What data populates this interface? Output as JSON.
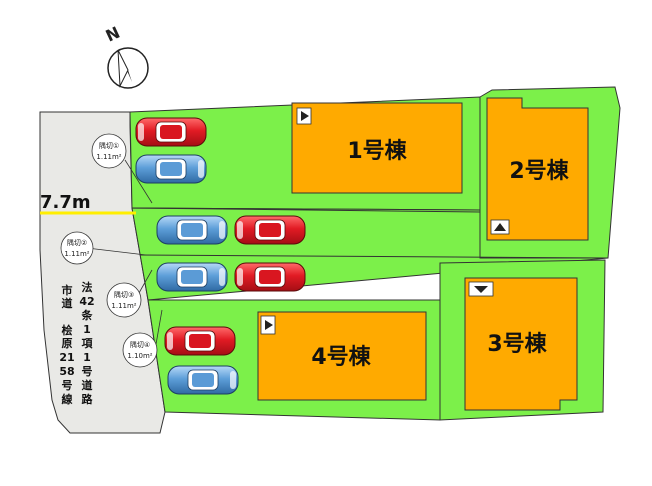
{
  "compass": {
    "label": "N",
    "icon": "north-arrow-icon"
  },
  "road": {
    "width_label": "7.7m",
    "name_col1": [
      "市",
      "道",
      "",
      "桧",
      "原",
      "21",
      "58",
      "号",
      "線"
    ],
    "name_col2": [
      "法",
      "42",
      "条",
      "1",
      "項",
      "1",
      "号",
      "道",
      "路"
    ]
  },
  "curb_cuts": [
    {
      "label": "隅切①",
      "area": "1.11m²"
    },
    {
      "label": "隅切②",
      "area": "1.11m²"
    },
    {
      "label": "隅切③",
      "area": "1.11m²"
    },
    {
      "label": "隅切④",
      "area": "1.10m²"
    }
  ],
  "buildings": [
    {
      "label": "1号棟",
      "entrance_icon": "triangle-right-icon"
    },
    {
      "label": "2号棟",
      "entrance_icon": "triangle-up-icon"
    },
    {
      "label": "3号棟",
      "entrance_icon": "triangle-down-icon"
    },
    {
      "label": "4号棟",
      "entrance_icon": "triangle-right-icon"
    }
  ],
  "colors": {
    "lot": "#7cf04a",
    "building": "#ffaa00",
    "road": "#e9e9e6",
    "width_line": "#ffee00",
    "car_red": "#e8202a",
    "car_blue": "#6aa8e0"
  }
}
